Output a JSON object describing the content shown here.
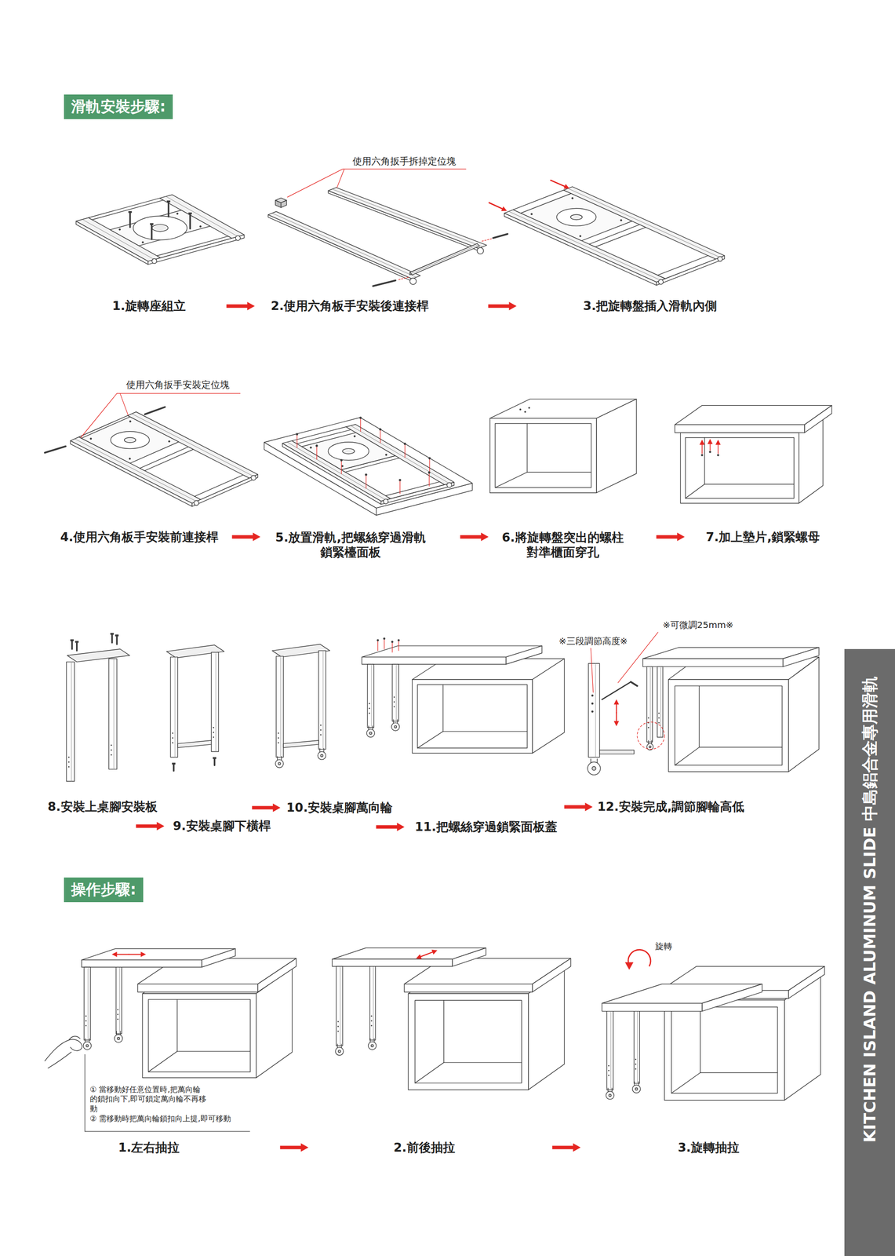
{
  "diagram": {
    "nodes": [
      {
        "text": [
          "滑軌安裝步驟:"
        ]
      },
      {
        "text": [
          "KITCHEN ISLAND ALUMINUM SLIDE 中島鋁合金專用滑軌"
        ]
      },
      {
        "text": [
          "操作步驟:"
        ]
      }
    ],
    "labels": [
      "使用六角扳手拆掉定位塊",
      "1.旋轉座組立",
      "2.使用六角板手安裝後連接桿",
      "3.把旋轉盤插入滑軌內側",
      "使用六角扳手安裝定位塊",
      "4.使用六角板手安裝前連接桿",
      "5.放置滑軌,把螺絲穿過滑軌 鎖緊檯面板",
      "6.將旋轉盤突出的螺柱 對準櫃面穿孔",
      "7.加上墊片,鎖緊螺母",
      "※可微調25mm※",
      "※三段調節高度※",
      "8.安裝上桌腳安裝板",
      "10.安裝桌腳萬向輪",
      "12.安裝完成,調節腳輪高低",
      "9.安裝桌腳下橫桿",
      "11.把螺絲穿過鎖緊面板蓋",
      "旋轉",
      "① 當移動好任意位置時,把萬向輪 的鎖扣向下,即可鎖定萬向輪不再移動",
      "② 需移動時把萬向輪鎖扣向上提,即可移動",
      "1.左右抽拉",
      "2.前後抽拉",
      "3.旋轉抽拉"
    ]
  }
}
